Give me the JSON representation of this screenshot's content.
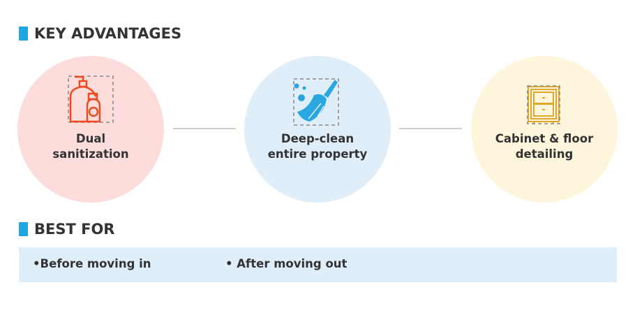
{
  "advantages": {
    "title": "KEY ADVANTAGES",
    "items": [
      {
        "label_line1": "Dual",
        "label_line2": "sanitization",
        "icon": "sanitizer-bottles-icon",
        "color": "#fddcdc",
        "icon_color": "#ee4a1e"
      },
      {
        "label_line1": "Deep-clean",
        "label_line2": "entire property",
        "icon": "broom-icon",
        "color": "#dfeef8",
        "icon_color": "#2aa6e0"
      },
      {
        "label_line1": "Cabinet & floor",
        "label_line2": "detailing",
        "icon": "cabinet-icon",
        "color": "#fdf5dc",
        "icon_color": "#e0a82a"
      }
    ]
  },
  "best_for": {
    "title": "BEST FOR",
    "items": [
      "•Before moving in",
      "• After moving out"
    ]
  }
}
